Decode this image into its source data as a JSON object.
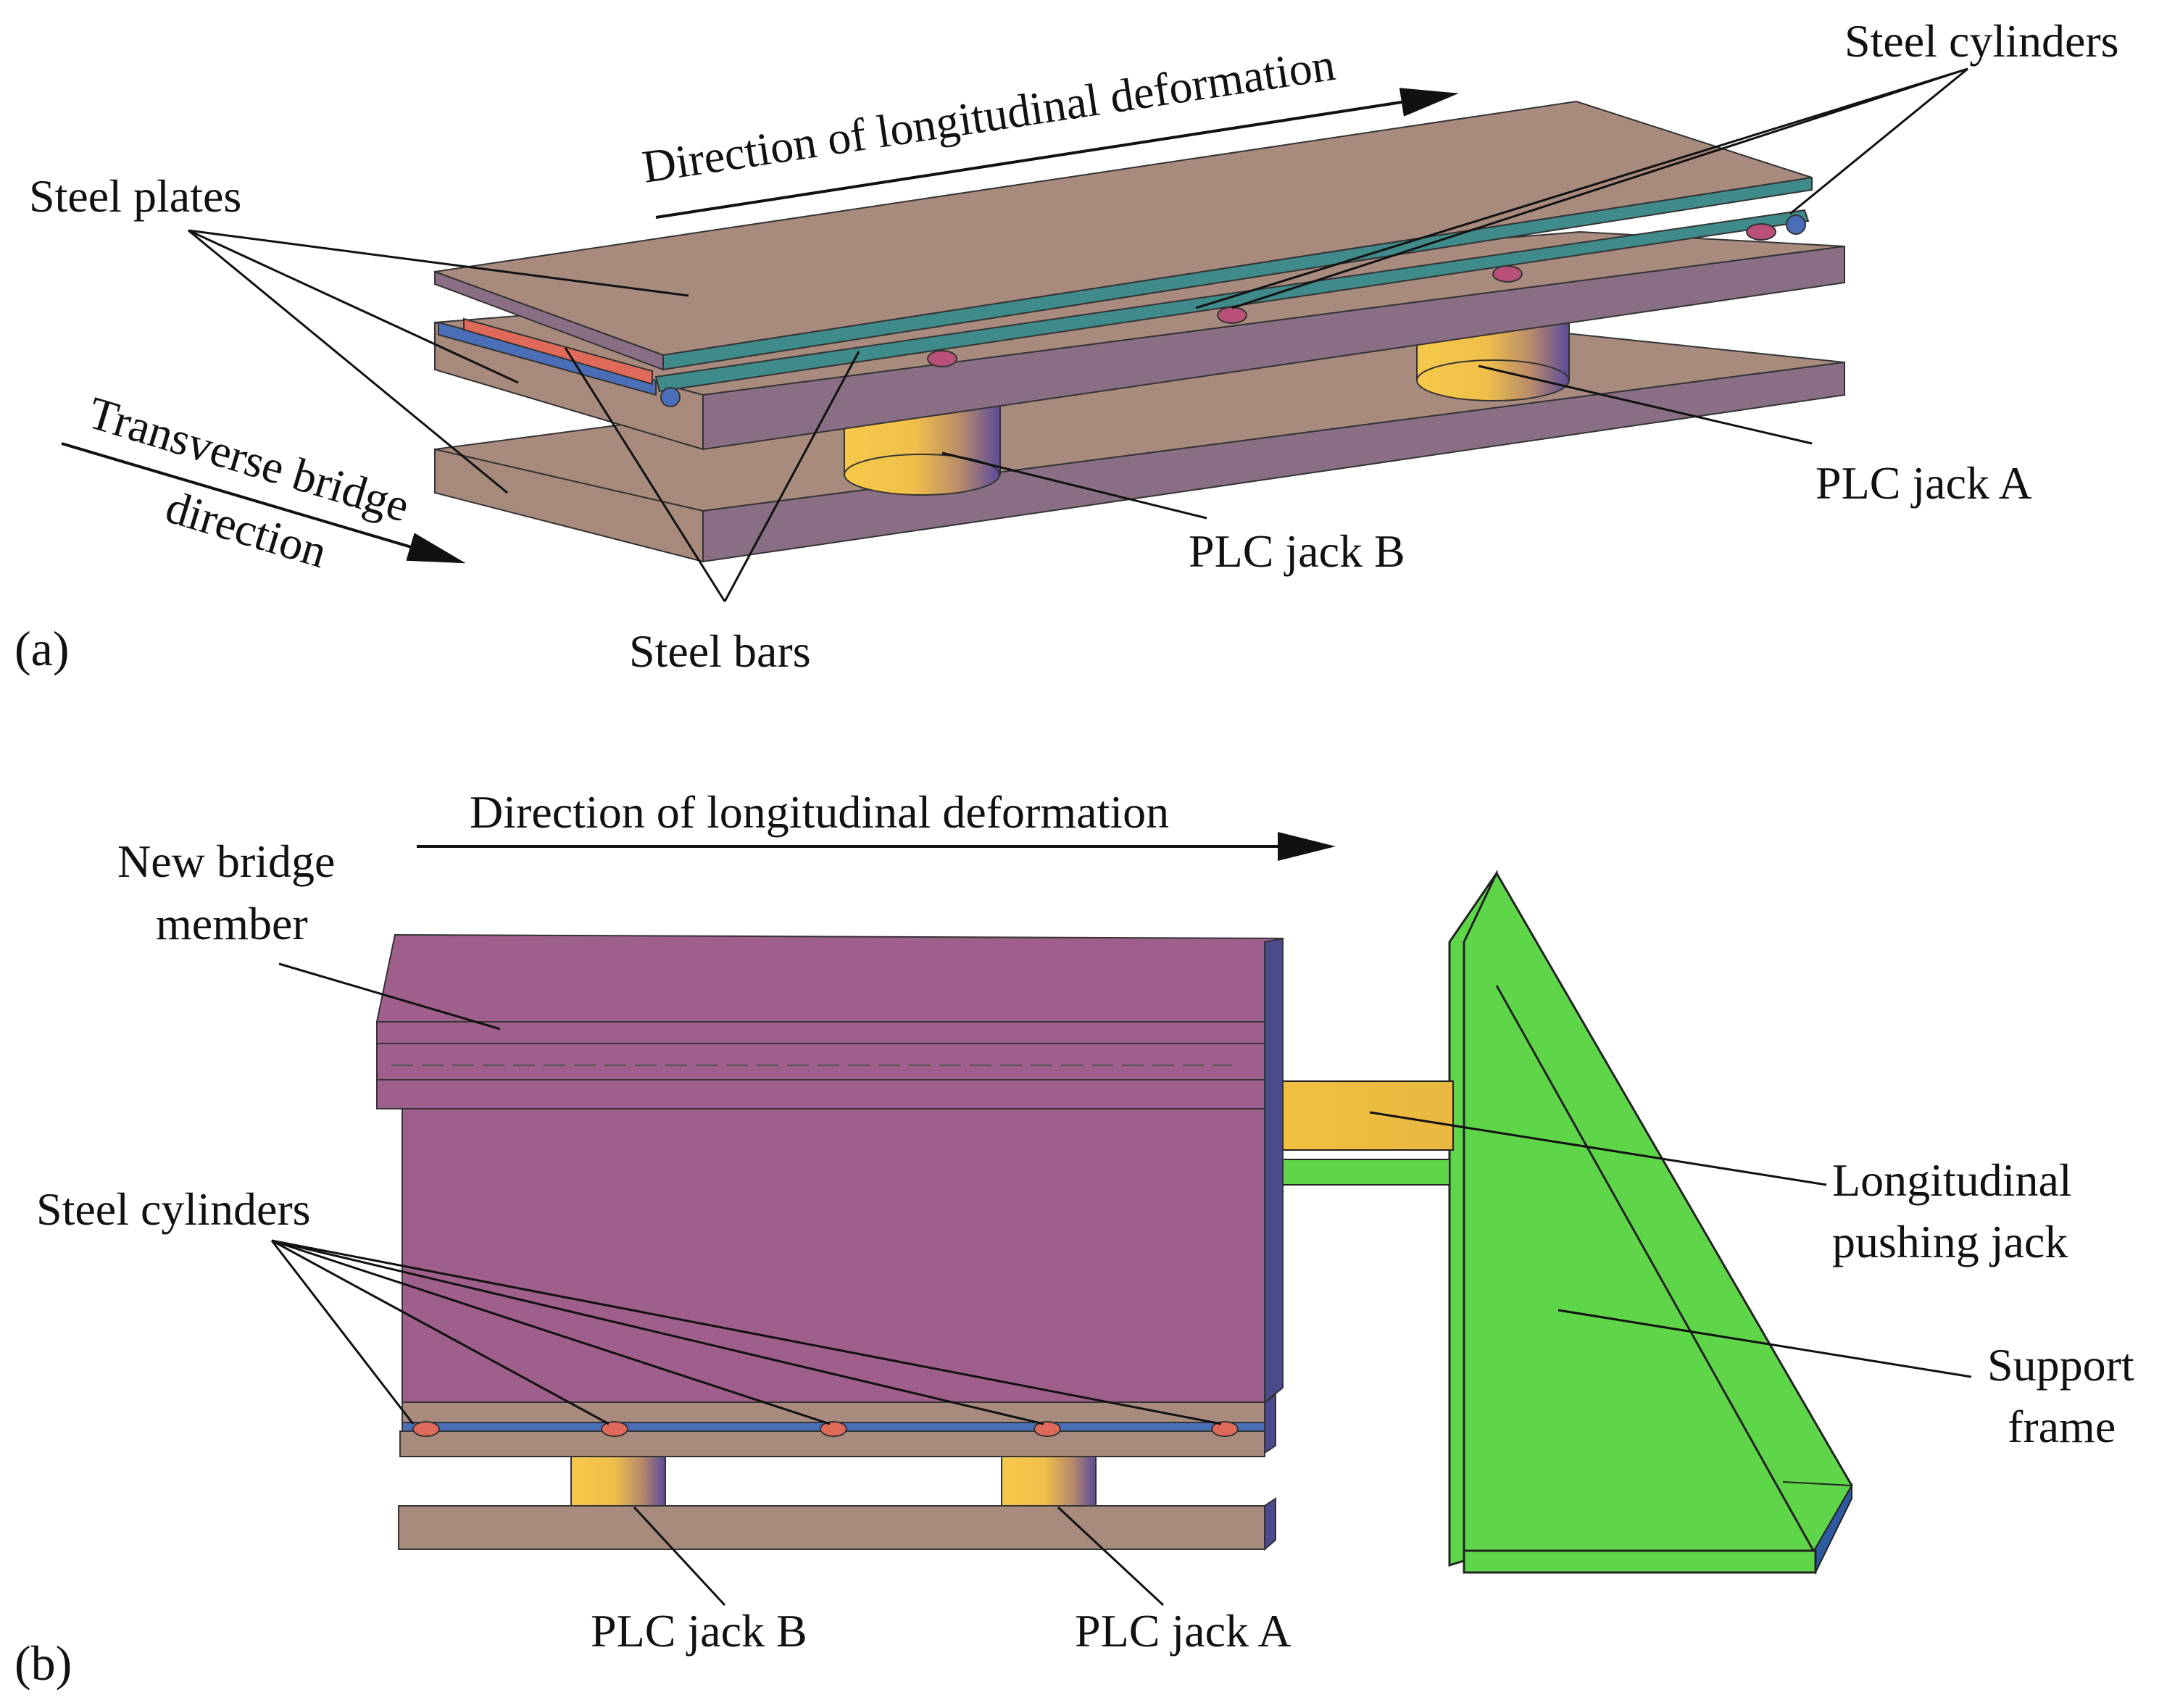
{
  "panel_a": {
    "tag": "(a)",
    "labels": {
      "direction_long": "Direction of longitudinal deformation",
      "steel_cylinders": "Steel cylinders",
      "steel_plates": "Steel plates",
      "transverse_1": "Transverse bridge",
      "transverse_2": "direction",
      "plc_jack_a": "PLC jack A",
      "plc_jack_b": "PLC jack B",
      "steel_bars": "Steel bars"
    }
  },
  "panel_b": {
    "tag": "(b)",
    "labels": {
      "direction_long": "Direction of longitudinal deformation",
      "new_bridge_1": "New bridge",
      "new_bridge_2": "member",
      "steel_cylinders": "Steel cylinders",
      "long_jack_1": "Longitudinal",
      "long_jack_2": "pushing jack",
      "support_1": "Support",
      "support_2": "frame",
      "plc_jack_b": "PLC jack B",
      "plc_jack_a": "PLC jack A"
    }
  },
  "colors": {
    "steel_plate_top": "#a88a7c",
    "steel_plate_side": "#8a6e86",
    "steel_bar_teal": "#3f8a8a",
    "steel_bar_blue": "#4a6fb8",
    "steel_bar_red": "#e06a5a",
    "jack_yellow": "#f2c246",
    "jack_shade": "#6a4a9a",
    "member_purple": "#9e5f8c",
    "member_side": "#4a4a8c",
    "frame_green": "#5fd64a",
    "frame_dark": "#2e5aa0"
  }
}
